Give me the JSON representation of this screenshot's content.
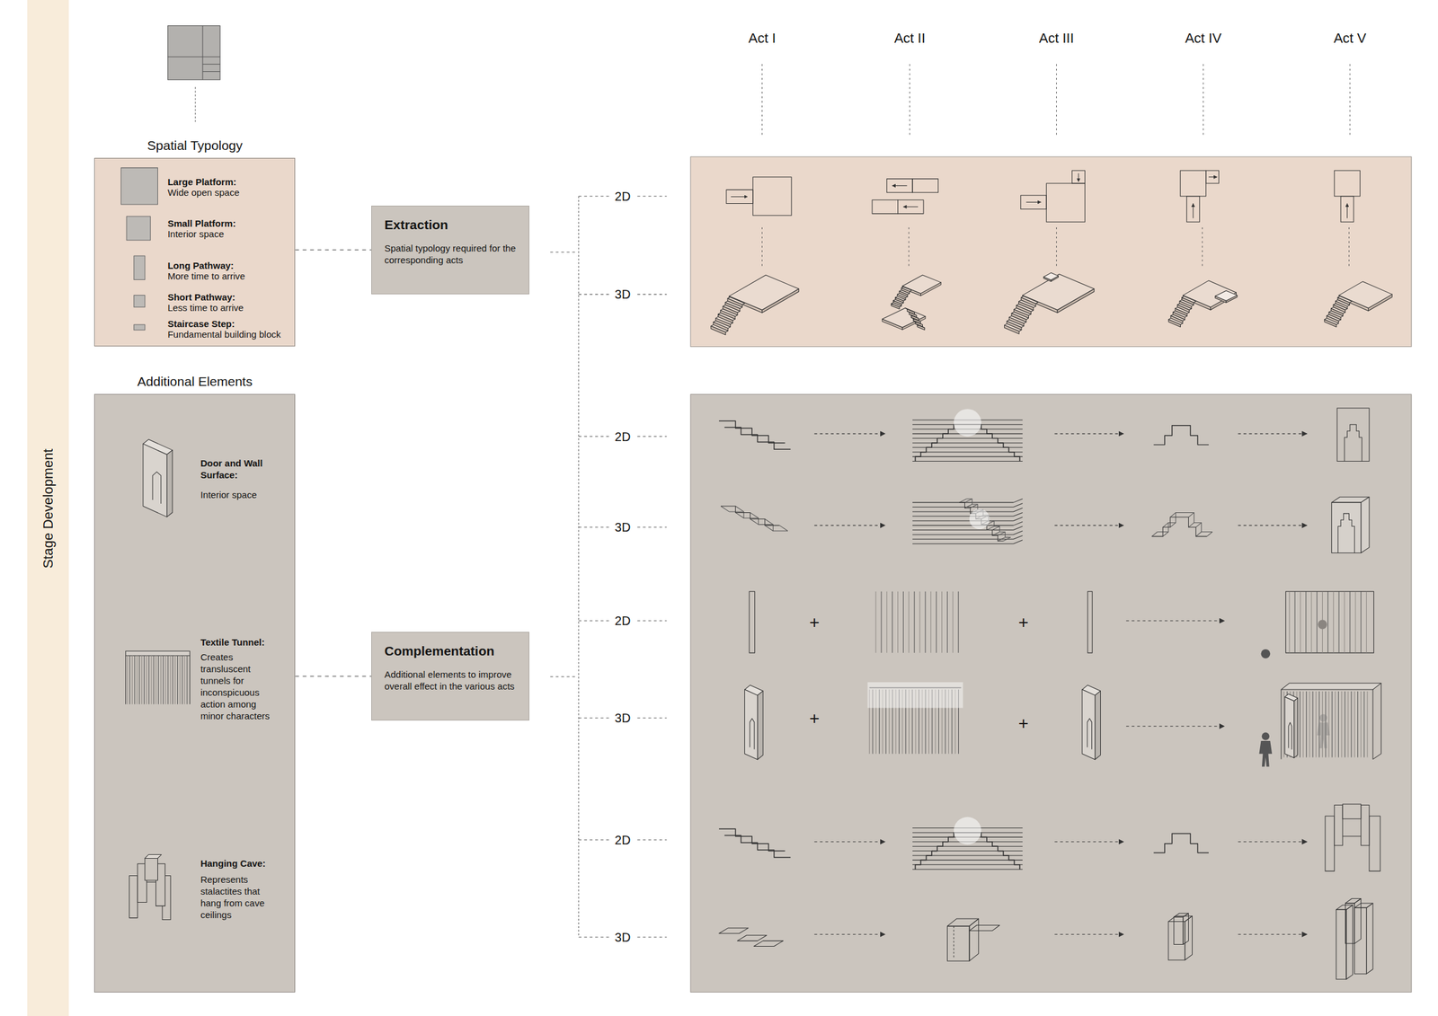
{
  "diagram": {
    "nodes": [
      {
        "text": [
          "Stage Development"
        ]
      },
      {
        "text": [
          "Spatial Typology",
          "Large Platform:",
          "Wide open space",
          "Small Platform:",
          "Interior space",
          "Long Pathway:",
          "More time to arrive",
          "Short Pathway:",
          "Less time to arrive",
          "Staircase Step:",
          "Fundamental building block"
        ]
      },
      {
        "text": [
          "Additional Elements",
          "Door and Wall Surface:",
          "Interior space",
          "Textile Tunnel:",
          "Creates transluscent tunnels for inconspicuous action among minor characters",
          "Hanging Cave:",
          "Represents stalactites that hang from cave ceilings"
        ]
      },
      {
        "text": [
          "Extraction",
          "Spatial typology required for the corresponding acts"
        ]
      },
      {
        "text": [
          "Complementation",
          "Additional elements to improve overall effect in the various acts"
        ]
      }
    ],
    "edges": [
      {
        "from": 1,
        "to": 3,
        "arrow": "none"
      },
      {
        "from": 2,
        "to": 4,
        "arrow": "none"
      }
    ],
    "labels": [
      "Act I",
      "Act II",
      "Act III",
      "Act IV",
      "Act V",
      "2D",
      "3D",
      "2D",
      "3D",
      "2D",
      "+",
      "+",
      "3D",
      "+",
      "+",
      "2D",
      "3D"
    ]
  }
}
